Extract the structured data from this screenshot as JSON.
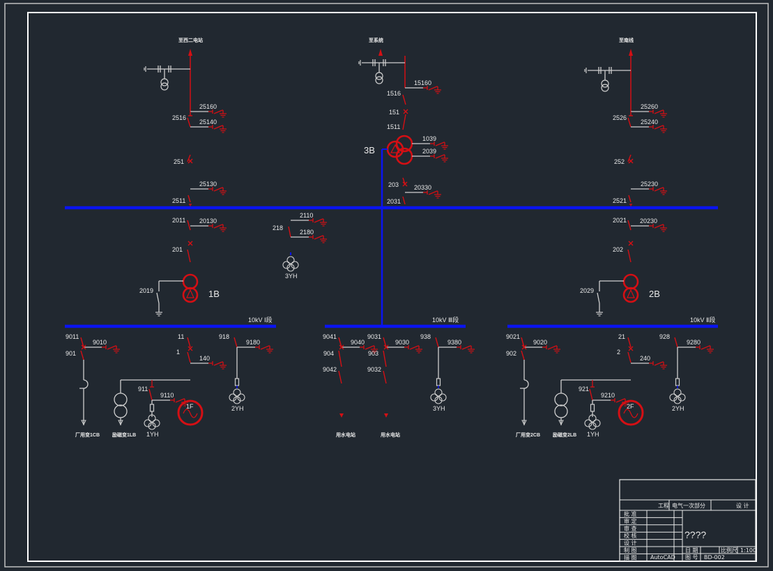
{
  "drawing": {
    "app": "AutoCAD",
    "colors": {
      "background": "#212830",
      "bus": "#0a14f0",
      "equipment": "#d40f14",
      "aux": "#cfcfcf",
      "text": "#e8e8e8"
    },
    "lines_top": [
      {
        "id": "left",
        "dest": "至西二电站",
        "breaker": "251",
        "disconnects": [
          "2516",
          "2511"
        ],
        "earths": [
          "25160",
          "25140",
          "25130"
        ]
      },
      {
        "id": "center",
        "dest": "至系统",
        "breaker": "151",
        "disconnects": [
          "1516",
          "1511"
        ],
        "earths": [
          "15160"
        ]
      },
      {
        "id": "right",
        "dest": "至南线",
        "breaker": "252",
        "disconnects": [
          "2526",
          "2521"
        ],
        "earths": [
          "25260",
          "25240",
          "25230"
        ]
      }
    ],
    "transformers": {
      "t3": {
        "label": "3B",
        "disconnect": "1511",
        "earths": [
          "1039",
          "2039"
        ],
        "breaker": "203",
        "earth_low": "20330",
        "disconnect_low": "2031"
      },
      "t1": {
        "label": "1B",
        "disconnect": "2011",
        "earth": "20130",
        "breaker": "201",
        "neutral": "2019"
      },
      "t2": {
        "label": "2B",
        "disconnect": "2021",
        "earth": "20230",
        "breaker": "202",
        "neutral": "2029"
      }
    },
    "hv_pt": {
      "disconnect": "218",
      "earths": [
        "2110",
        "2180"
      ],
      "label": "3YH"
    },
    "buses": {
      "bus1": "10kV Ⅰ段",
      "bus3": "10kV Ⅲ段",
      "bus2": "10kV Ⅱ段"
    },
    "bus1_feeders": {
      "aux": {
        "d1": "9011",
        "earth": "9010",
        "breaker": "901",
        "load": "厂用变1CB"
      },
      "gen": {
        "d": "11",
        "breaker": "1",
        "earth": "140",
        "gen_label": "1F",
        "exc": "励磁变1LB",
        "pt_d": "911",
        "pt_earth": "9110",
        "pt": "1YH"
      },
      "pt": {
        "d": "918",
        "earth": "9180",
        "label": "2YH"
      }
    },
    "bus3_feeders": {
      "f1": {
        "d1": "9041",
        "earth": "9040",
        "breaker": "904",
        "d2": "9042",
        "load": "用水电站"
      },
      "f2": {
        "d1": "9031",
        "earth": "9030",
        "breaker": "903",
        "d2": "9032",
        "load": "用水电站"
      },
      "pt": {
        "d": "938",
        "earth": "9380",
        "label": "3YH"
      }
    },
    "bus2_feeders": {
      "aux": {
        "d1": "9021",
        "earth": "9020",
        "breaker": "902",
        "load": "厂用变2CB"
      },
      "gen": {
        "d": "21",
        "breaker": "2",
        "earth": "240",
        "gen_label": "2F",
        "exc": "励磁变2LB",
        "pt_d": "921",
        "pt_earth": "9210",
        "pt": "1YH"
      },
      "pt": {
        "d": "928",
        "earth": "9280",
        "label": "2YH"
      }
    }
  },
  "title_block": {
    "project_suffix": "工程",
    "part": "电气一次部分",
    "stage": "设 计",
    "rows": [
      "批 准",
      "审 定",
      "审 查",
      "校 核",
      "设 计",
      "制 图",
      "描 图"
    ],
    "drawing_title": "????",
    "date_label": "日 期",
    "scale_label": "比例尺",
    "scale": "1:100",
    "number_label": "图 号",
    "number": "BD-002",
    "software": "AutoCAD"
  }
}
